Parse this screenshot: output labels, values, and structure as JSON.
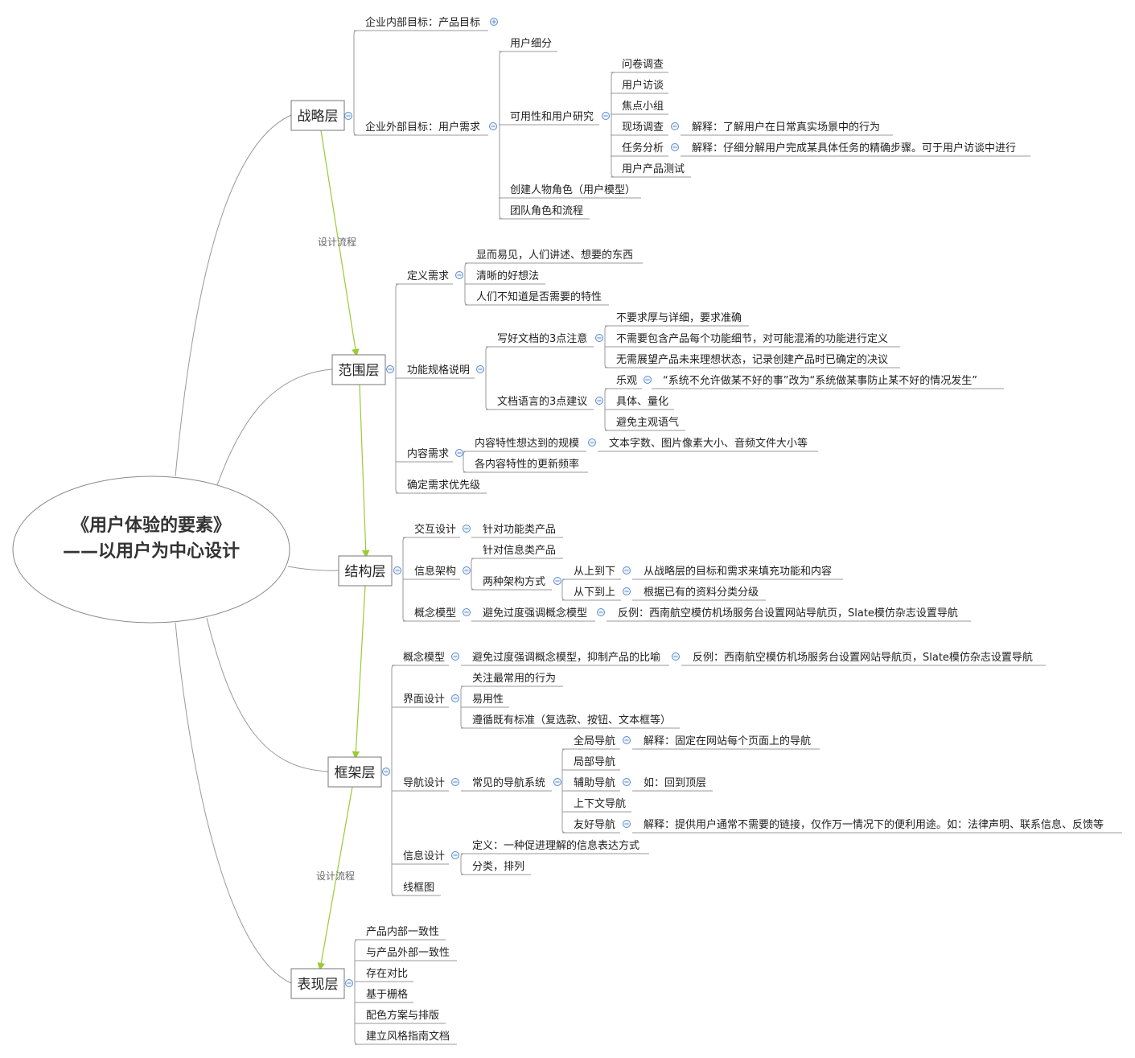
{
  "root": {
    "line1": "《用户体验的要素》",
    "line2": "——以用户为中心设计"
  },
  "flow_label": "设计流程",
  "layers": [
    {
      "id": "strategy",
      "label": "战略层"
    },
    {
      "id": "scope",
      "label": "范围层"
    },
    {
      "id": "structure",
      "label": "结构层"
    },
    {
      "id": "skeleton",
      "label": "框架层"
    },
    {
      "id": "surface",
      "label": "表现层"
    }
  ],
  "strategy": {
    "internal": "企业内部目标：产品目标",
    "external": "企业外部目标：用户需求",
    "segmentation": "用户细分",
    "research": "可用性和用户研究",
    "research_items": [
      "问卷调查",
      "用户访谈",
      "焦点小组",
      "现场调查",
      "任务分析",
      "用户产品测试"
    ],
    "field_note": "解释：了解用户在日常真实场景中的行为",
    "task_note": "解释：仔细分解用户完成某具体任务的精确步骤。可于用户访谈中进行",
    "persona": "创建人物角色（用户模型）",
    "team": "团队角色和流程"
  },
  "scope": {
    "define": "定义需求",
    "define_items": [
      "显而易见，人们讲述、想要的东西",
      "清晰的好想法",
      "人们不知道是否需要的特性"
    ],
    "spec": "功能规格说明",
    "write3": "写好文档的3点注意",
    "write3_items": [
      "不要求厚与详细，要求准确",
      "不需要包含产品每个功能细节，对可能混淆的功能进行定义",
      "无需展望产品未来理想状态，记录创建产品时已确定的决议"
    ],
    "lang3": "文档语言的3点建议",
    "lang3_items": [
      "乐观",
      "具体、量化",
      "避免主观语气"
    ],
    "optimism_note": "“系统不允许做某不好的事”改为“系统做某事防止某不好的情况发生”",
    "content": "内容需求",
    "content_scale": "内容特性想达到的规模",
    "content_scale_note": "文本字数、图片像素大小、音频文件大小等",
    "content_freq": "各内容特性的更新频率",
    "priority": "确定需求优先级"
  },
  "structure": {
    "interaction": "交互设计",
    "interaction_note": "针对功能类产品",
    "ia": "信息架构",
    "ia_note": "针对信息类产品",
    "two": "两种架构方式",
    "topdown": "从上到下",
    "topdown_note": "从战略层的目标和需求来填充功能和内容",
    "bottomup": "从下到上",
    "bottomup_note": "根据已有的资料分类分级",
    "concept": "概念模型",
    "concept_note": "避免过度强调概念模型",
    "concept_example": "反例：西南航空模仿机场服务台设置网站导航页，Slate模仿杂志设置导航"
  },
  "skeleton": {
    "concept": "概念模型",
    "concept_note": "避免过度强调概念模型，抑制产品的比喻",
    "concept_example": "反例：西南航空模仿机场服务台设置网站导航页，Slate模仿杂志设置导航",
    "interface": "界面设计",
    "interface_items": [
      "关注最常用的行为",
      "易用性",
      "遵循既有标准（复选款、按钮、文本框等）"
    ],
    "nav": "导航设计",
    "nav_common": "常见的导航系统",
    "nav_global": "全局导航",
    "nav_global_note": "解释：固定在网站每个页面上的导航",
    "nav_local": "局部导航",
    "nav_aux": "辅助导航",
    "nav_aux_note": "如：回到顶层",
    "nav_context": "上下文导航",
    "nav_friendly": "友好导航",
    "nav_friendly_note": "解释：提供用户通常不需要的链接，仅作万一情况下的便利用途。如：法律声明、联系信息、反馈等",
    "info": "信息设计",
    "info_def": "定义：一种促进理解的信息表达方式",
    "info_sort": "分类，排列",
    "wireframe": "线框图"
  },
  "surface": {
    "items": [
      "产品内部一致性",
      "与产品外部一致性",
      "存在对比",
      "基于栅格",
      "配色方案与排版",
      "建立风格指南文档"
    ]
  },
  "colors": {
    "line": "#999999",
    "flow_arrow": "#99cc33",
    "box_border": "#777777",
    "collapse_icon": "#5b8ccf"
  }
}
